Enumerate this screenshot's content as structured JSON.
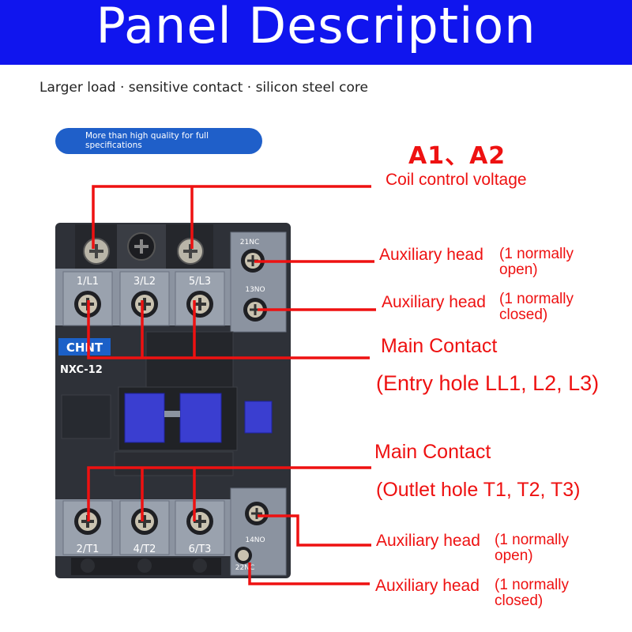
{
  "banner": {
    "title": "Panel Description"
  },
  "tagline": "Larger load · sensitive contact · silicon steel core",
  "pill": {
    "text": "More than high quality for full specifications"
  },
  "product": {
    "brand": "CHNT",
    "model": "NXC-12",
    "top_terminals": [
      "1/L1",
      "3/L2",
      "5/L3"
    ],
    "bottom_terminals": [
      "2/T1",
      "4/T2",
      "6/T3"
    ],
    "aux_top": [
      "21NC",
      "13NO"
    ],
    "aux_bottom": [
      "14NO",
      "22NC"
    ]
  },
  "labels": {
    "coil_title": "A1、A2",
    "coil_desc": "Coil control voltage",
    "aux_head_1": "Auxiliary head",
    "aux_note_1": "(1 normally open)",
    "aux_head_2": "Auxiliary head",
    "aux_note_2": "(1 normally closed)",
    "main_contact_1": "Main Contact",
    "entry_hole": "(Entry hole LL1, L2, L3)",
    "main_contact_2": "Main Contact",
    "outlet_hole": "(Outlet hole T1, T2, T3)",
    "aux_head_3": "Auxiliary head",
    "aux_note_3": "(1 normally open)",
    "aux_head_4": "Auxiliary head",
    "aux_note_4": "(1 normally closed)"
  },
  "colors": {
    "banner": "#1015ee",
    "callout": "#ee1111",
    "housing": "#2e3138",
    "terminal_grey": "#8b93a0"
  }
}
